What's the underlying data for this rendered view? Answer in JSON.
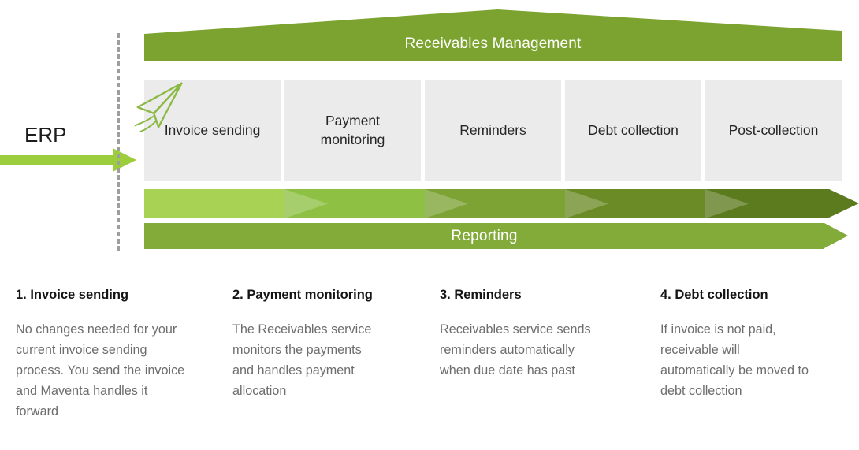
{
  "colors": {
    "banner": "#7ca330",
    "reporting_bar": "#83ab3a",
    "erp_arrow": "#9ccd3c",
    "box_bg": "#ebebeb",
    "dashed_line": "#9e9e9e",
    "segments": [
      "#a7d253",
      "#8ec044",
      "#7da334",
      "#6b8b26",
      "#5c7a1e"
    ]
  },
  "banner": {
    "label": "Receivables Management"
  },
  "erp": {
    "label": "ERP"
  },
  "stages": [
    {
      "label": "Invoice sending",
      "icon": "paper-plane-icon"
    },
    {
      "label": "Payment monitoring"
    },
    {
      "label": "Reminders"
    },
    {
      "label": "Debt collection"
    },
    {
      "label": "Post-collection"
    }
  ],
  "reporting": {
    "label": "Reporting"
  },
  "details": [
    {
      "heading": "1. Invoice sending",
      "body": "No changes needed for your\ncurrent invoice sending\nprocess. You send the invoice\nand Maventa handles it\nforward"
    },
    {
      "heading": "2. Payment monitoring",
      "body": "The Receivables service\nmonitors the payments\nand handles payment\nallocation"
    },
    {
      "heading": "3. Reminders",
      "body": "Receivables service sends\nreminders automatically\nwhen due date has past"
    },
    {
      "heading": "4. Debt collection",
      "body": "If invoice is not paid,\nreceivable will\nautomatically be moved to\ndebt collection"
    }
  ]
}
